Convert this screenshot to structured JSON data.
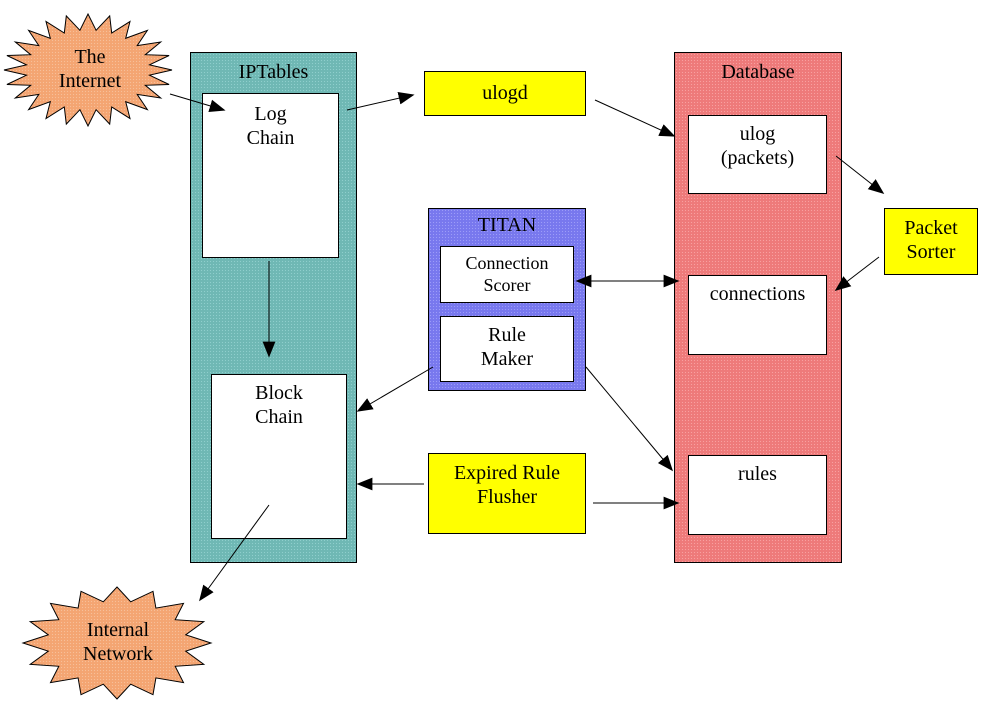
{
  "diagram": {
    "clouds": {
      "internet": "The\nInternet",
      "internal": "Internal\nNetwork"
    },
    "iptables": {
      "title": "IPTables",
      "log_chain": "Log\nChain",
      "block_chain": "Block\nChain"
    },
    "ulogd": "ulogd",
    "titan": {
      "title": "TITAN",
      "connection_scorer": "Connection\nScorer",
      "rule_maker": "Rule\nMaker"
    },
    "expired_rule_flusher": "Expired Rule\nFlusher",
    "database": {
      "title": "Database",
      "ulog": "ulog\n(packets)",
      "connections": "connections",
      "rules": "rules"
    },
    "packet_sorter": "Packet\nSorter",
    "colors": {
      "iptables": "#6fb8b4",
      "database": "#ee7a7a",
      "titan": "#7878ee",
      "process": "#ffff00",
      "cloud": "#f4a572"
    },
    "edges": [
      {
        "from": "The Internet",
        "to": "Log Chain"
      },
      {
        "from": "Log Chain",
        "to": "ulogd"
      },
      {
        "from": "ulogd",
        "to": "ulog (packets)"
      },
      {
        "from": "ulog (packets)",
        "to": "Packet Sorter"
      },
      {
        "from": "Packet Sorter",
        "to": "connections"
      },
      {
        "from": "Connection Scorer",
        "to": "connections",
        "bidirectional": true
      },
      {
        "from": "Log Chain",
        "to": "Block Chain"
      },
      {
        "from": "Rule Maker",
        "to": "Block Chain"
      },
      {
        "from": "Rule Maker",
        "to": "rules"
      },
      {
        "from": "Expired Rule Flusher",
        "to": "Block Chain"
      },
      {
        "from": "Expired Rule Flusher",
        "to": "rules"
      },
      {
        "from": "Block Chain",
        "to": "Internal Network"
      }
    ]
  }
}
